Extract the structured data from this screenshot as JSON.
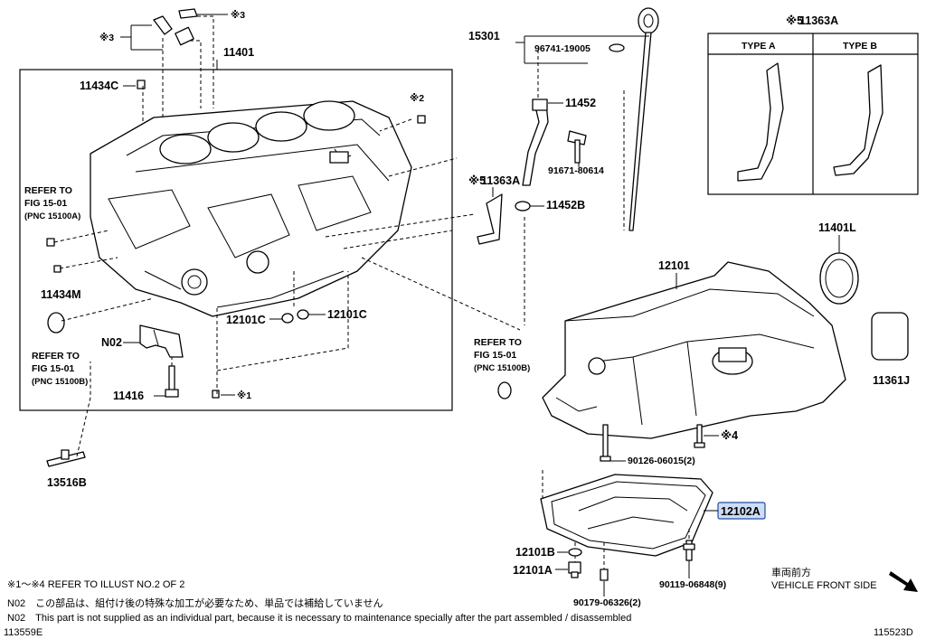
{
  "labels": {
    "p11401": "11401",
    "p11434c": "11434C",
    "p11434m": "11434M",
    "pN02": "N02",
    "p11416": "11416",
    "p13516b": "13516B",
    "p12101c_1": "12101C",
    "p12101c_2": "12101C",
    "p15301": "15301",
    "p96741": "96741-19005",
    "p11452": "11452",
    "p91671": "91671-80614",
    "p11363a": "11363A",
    "p11452b": "11452B",
    "p12101": "12101",
    "p11401l": "11401L",
    "p11361j": "11361J",
    "p90126": "90126-06015(2)",
    "p12102a": "12102A",
    "p12101b": "12101B",
    "p12101a": "12101A",
    "p90179": "90179-06326(2)",
    "p90119": "90119-06848(9)",
    "p11363a_top": "11363A"
  },
  "refs": {
    "x1": "※1",
    "x2": "※2",
    "x3a": "※3",
    "x3b": "※3",
    "x4": "※4",
    "x5a": "※5",
    "x5b": "※5"
  },
  "refer_to": {
    "left_top": {
      "line1": "REFER TO",
      "line2": "FIG 15-01",
      "line3": "(PNC 15100A)"
    },
    "left_bottom": {
      "line1": "REFER TO",
      "line2": "FIG 15-01",
      "line3": "(PNC 15100B)"
    },
    "center": {
      "line1": "REFER TO",
      "line2": "FIG 15-01",
      "line3": "(PNC 15100B)"
    }
  },
  "types": {
    "type_a": "TYPE A",
    "type_b": "TYPE B"
  },
  "direction": {
    "jp": "車両前方",
    "en": "VEHICLE FRONT SIDE"
  },
  "notes": {
    "illust_ref": "※1〜※4 REFER TO ILLUST NO.2 OF 2",
    "n02_jp": "N02　この部品は、組付け後の特殊な加工が必要なため、単品では補給していません",
    "n02_en": "N02　This part is not supplied as an individual part, because it is necessary to maintenance specially after the part assembled / disassembled"
  },
  "codes": {
    "left": "113559E",
    "right": "115523D"
  },
  "colors": {
    "highlight_fill": "#cfdcf5",
    "highlight_stroke": "#1e4fa0"
  }
}
